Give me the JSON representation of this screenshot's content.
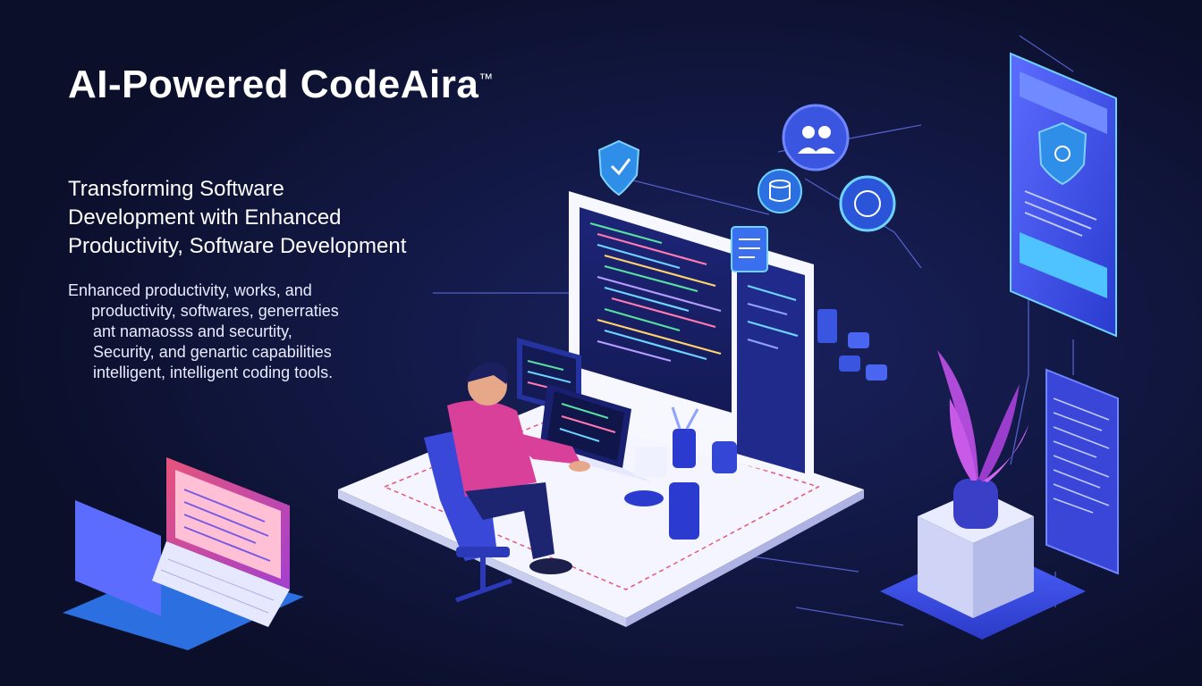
{
  "hero": {
    "title": "AI-Powered  CodeAira",
    "trademark": "™",
    "subtitle_lines": [
      "Transforming Software",
      "Development  with Enhanced",
      "Productivity, Software Development"
    ],
    "body_lines": [
      "Enhanced productivity, works, and",
      "productivity, softwares, generraties",
      "ant namaosss and securtity,",
      "Security, and genartic capabilities",
      "intelligent, intelligent coding tools."
    ]
  },
  "illustration": {
    "icons": [
      "shield-check-icon",
      "users-icon",
      "database-icon",
      "globe-icon",
      "lock-shield-icon"
    ],
    "colors": {
      "background": "#0b0f2a",
      "accent_blue": "#3a55e0",
      "accent_cyan": "#4fc3ff",
      "accent_magenta": "#d8409a",
      "platform": "#f4f5ff",
      "plant": "#b04ad8"
    }
  }
}
